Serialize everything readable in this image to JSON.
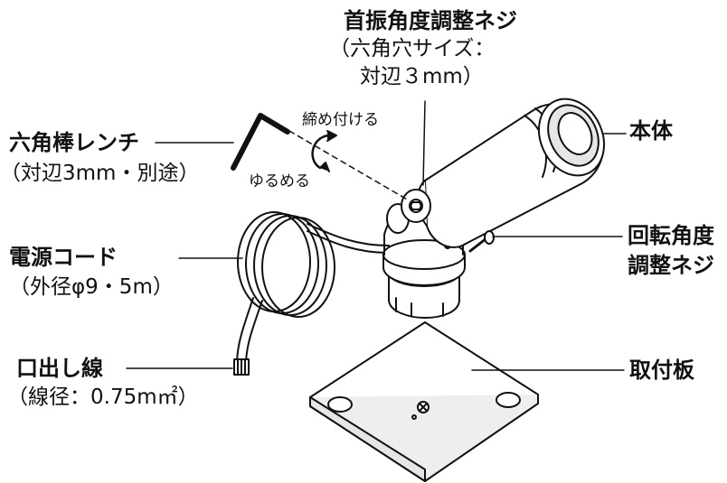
{
  "labels": {
    "neck_screw_title": "首振角度調整ネジ",
    "neck_screw_note_1": "（六角穴サイズ：",
    "neck_screw_note_2": "対辺３mm）",
    "tighten": "締め付ける",
    "loosen": "ゆるめる",
    "hex_wrench_title": "六角棒レンチ",
    "hex_wrench_note": "（対辺3mm・別途）",
    "body": "本体",
    "rotation_screw_1": "回転角度",
    "rotation_screw_2": "調整ネジ",
    "power_cord_title": "電源コード",
    "power_cord_note": "（外径φ9・5m）",
    "lead_wire_title": "口出し線",
    "lead_wire_note": "（線径：0.75m㎡）",
    "mounting_plate": "取付板"
  },
  "colors": {
    "line": "#111111",
    "fill": "#ffffff",
    "shade": "#dcdcdc"
  }
}
